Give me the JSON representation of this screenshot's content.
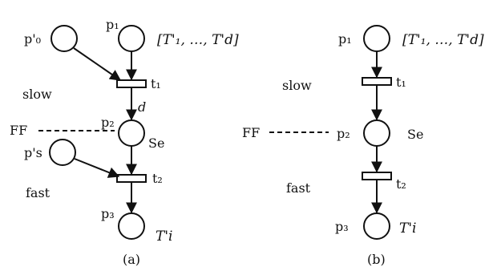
{
  "diagram_a": {
    "p0_label": "p'₀",
    "p1_label": "p₁",
    "p1_tokens": "[T'₁, …, T'd]",
    "t1_label": "t₁",
    "d_label": "d",
    "slow_label": "slow",
    "ff_label": "FF",
    "p2_label": "p₂",
    "se_label": "Se",
    "ps_label": "p's",
    "t2_label": "t₂",
    "fast_label": "fast",
    "p3_label": "p₃",
    "ti_label": "T'i",
    "caption": "(a)"
  },
  "diagram_b": {
    "p1_label": "p₁",
    "p1_tokens": "[T'₁, …, T'd]",
    "t1_label": "t₁",
    "slow_label": "slow",
    "ff_label": "FF",
    "p2_label": "p₂",
    "se_label": "Se",
    "t2_label": "t₂",
    "fast_label": "fast",
    "p3_label": "p₃",
    "ti_label": "T'i",
    "caption": "(b)"
  }
}
